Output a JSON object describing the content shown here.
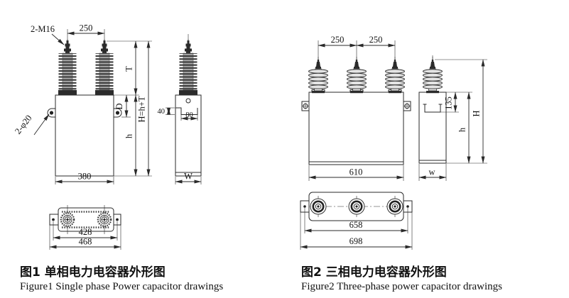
{
  "colors": {
    "line": "#2a2a2a",
    "background": "#ffffff"
  },
  "figure1": {
    "labels": {
      "terminal_thread": "2-M16",
      "bushing_pitch": "250",
      "bushing_height": "T",
      "bracket_offset": "D",
      "body_height": "h",
      "total_height": "H=h+T",
      "mounting_hole": "2-φ20",
      "body_width": "380",
      "bracket_height": "40",
      "bracket_width": "80",
      "body_depth": "W",
      "hole_pitch": "428",
      "overall_width": "468"
    },
    "caption_zh": "图1  单相电力电容器外形图",
    "caption_en": "Figure1 Single phase Power capacitor drawings"
  },
  "figure2": {
    "labels": {
      "bushing_pitch_left": "250",
      "bushing_pitch_right": "250",
      "terminal_height": "135",
      "body_height": "h",
      "total_height": "H",
      "body_width": "610",
      "body_depth": "w",
      "hole_pitch": "658",
      "overall_width": "698"
    },
    "caption_zh": "图2  三相电力电容器外形图",
    "caption_en": "Figure2  Three-phase power capacitor drawings"
  }
}
